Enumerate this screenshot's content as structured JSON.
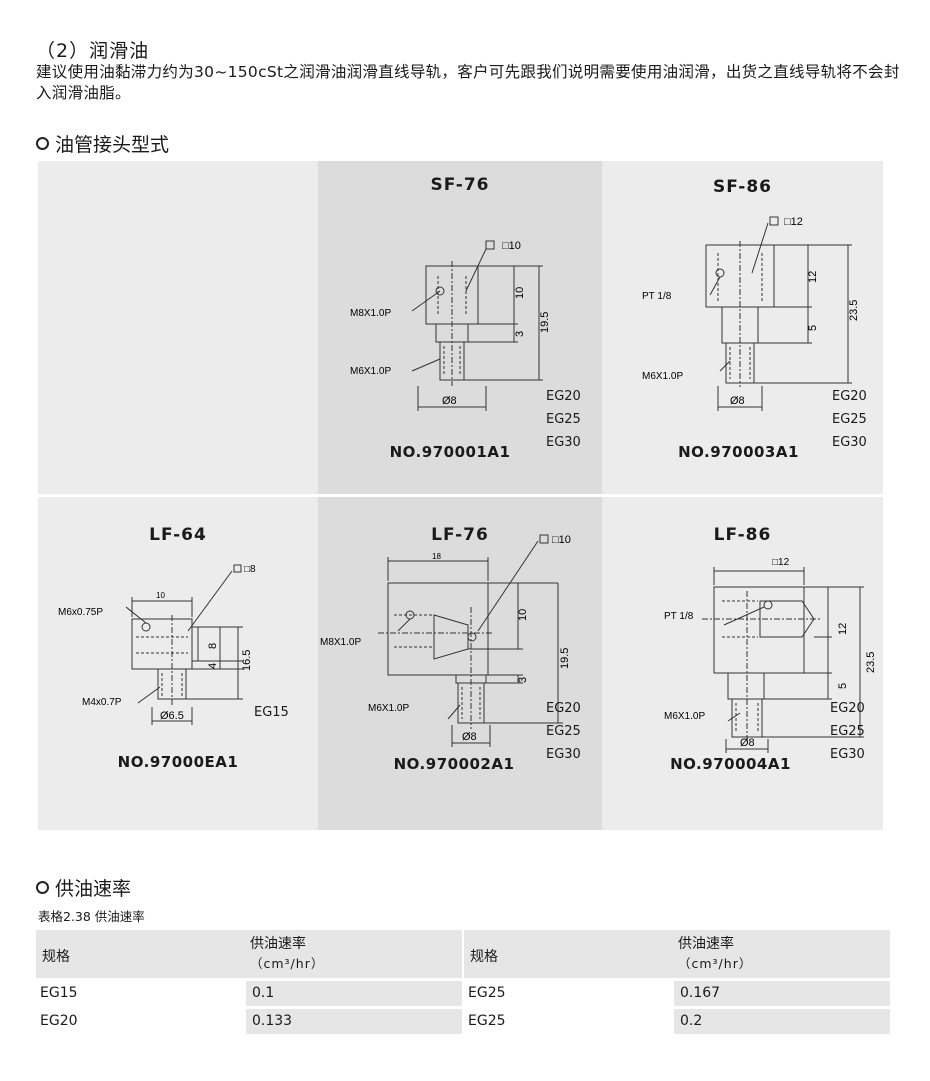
{
  "header": {
    "subtitle": "（2）润滑油",
    "intro": "建议使用油黏滞力约为30~150cSt之润滑油润滑直线导轨，客户可先跟我们说明需要使用油润滑，出货之直线导轨将不会封入润滑油脂。"
  },
  "fittings_section": {
    "title": "油管接头型式",
    "items": [
      {
        "name": "SF-76",
        "part_no": "NO.970001A1",
        "models": [
          "EG20",
          "EG25",
          "EG30"
        ],
        "labels": {
          "square": "□10",
          "thread_top": "M8X1.0P",
          "thread_bottom": "M6X1.0P",
          "dim_a": "10",
          "dim_b": "3",
          "dim_total": "19.5",
          "dia": "Ø8"
        }
      },
      {
        "name": "SF-86",
        "part_no": "NO.970003A1",
        "models": [
          "EG20",
          "EG25",
          "EG30"
        ],
        "labels": {
          "square": "□12",
          "thread_top": "PT 1/8",
          "thread_bottom": "M6X1.0P",
          "dim_a": "12",
          "dim_b": "5",
          "dim_total": "23.5",
          "dia": "Ø8"
        }
      },
      {
        "name": "LF-64",
        "part_no": "NO.97000EA1",
        "models": [
          "EG15"
        ],
        "labels": {
          "square": "□8",
          "width": "10",
          "thread_top": "M6x0.75P",
          "thread_bottom": "M4x0.7P",
          "dim_a": "8",
          "dim_b": "4",
          "dim_total": "16.5",
          "dia": "Ø6.5"
        }
      },
      {
        "name": "LF-76",
        "part_no": "NO.970002A1",
        "models": [
          "EG20",
          "EG25",
          "EG30"
        ],
        "labels": {
          "square": "□10",
          "width": "18",
          "thread_top": "M8X1.0P",
          "thread_bottom": "M6X1.0P",
          "dim_a": "10",
          "dim_b": "3",
          "dim_total": "19.5",
          "dia": "Ø8"
        }
      },
      {
        "name": "LF-86",
        "part_no": "NO.970004A1",
        "models": [
          "EG20",
          "EG25",
          "EG30"
        ],
        "labels": {
          "square": "□12",
          "thread_top": "PT 1/8",
          "thread_bottom": "M6X1.0P",
          "dim_a": "12",
          "dim_b": "5",
          "dim_total": "23.5",
          "dia": "Ø8"
        }
      }
    ]
  },
  "rate_section": {
    "title": "供油速率",
    "caption": "表格2.38 供油速率",
    "col_spec": "规格",
    "col_rate": "供油速率",
    "col_unit": "（cm³/hr）",
    "left_rows": [
      {
        "spec": "EG15",
        "rate": "0.1"
      },
      {
        "spec": "EG20",
        "rate": "0.133"
      }
    ],
    "right_rows": [
      {
        "spec": "EG25",
        "rate": "0.167"
      },
      {
        "spec": "EG25",
        "rate": "0.2"
      }
    ]
  }
}
